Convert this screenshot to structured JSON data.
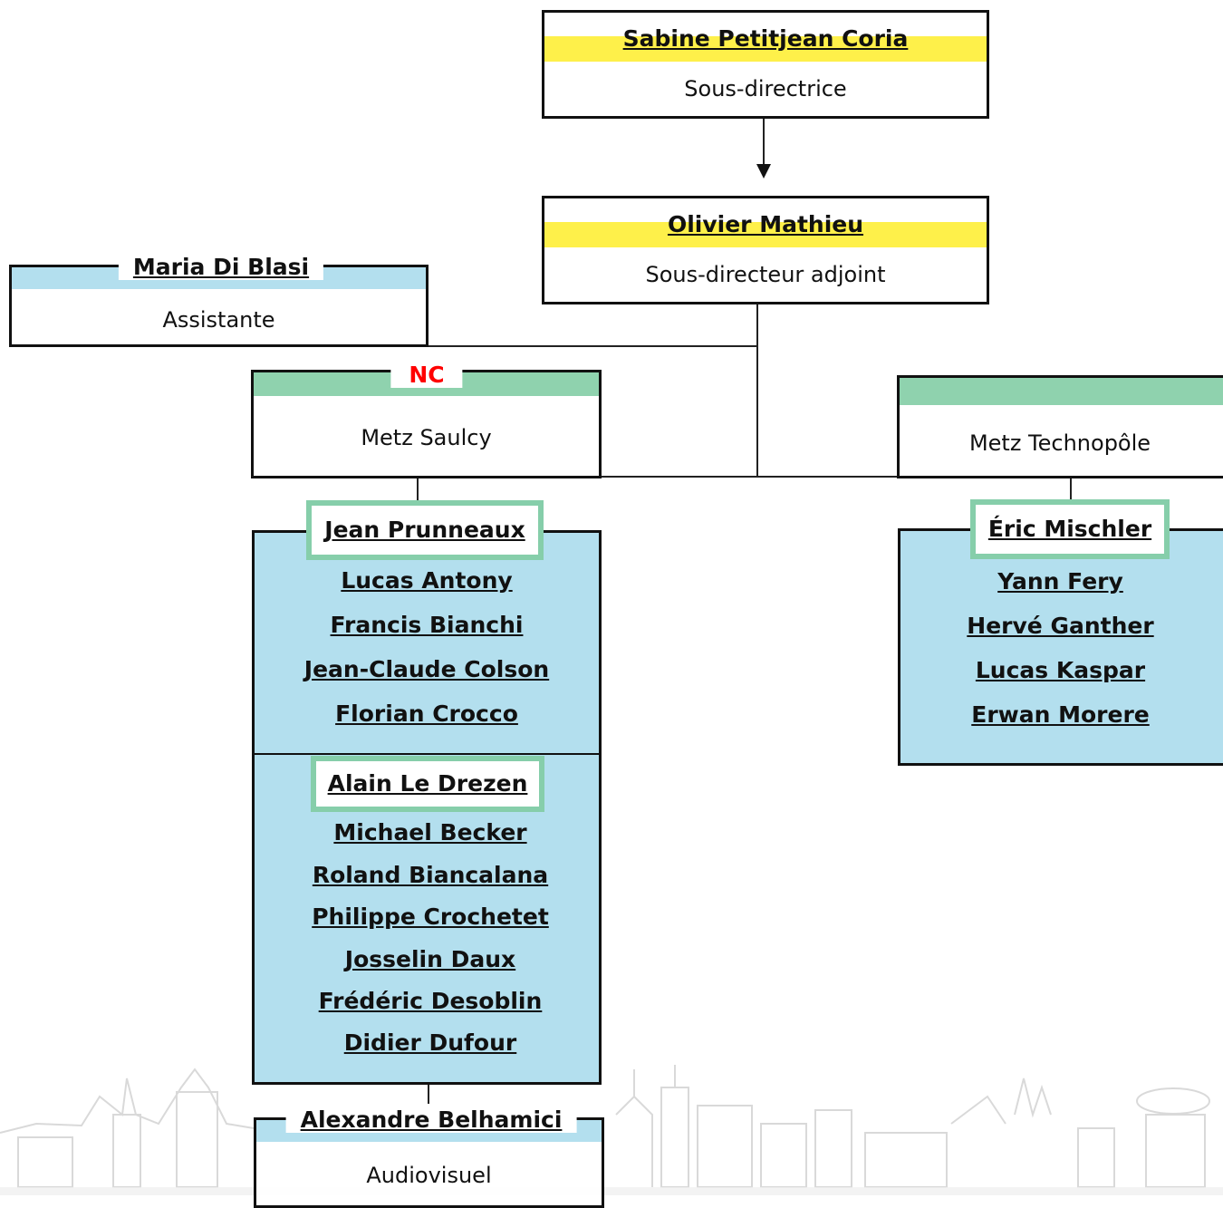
{
  "director": {
    "name": "Sabine Petitjean Coria",
    "role": "Sous-directrice"
  },
  "deputy": {
    "name": "Olivier Mathieu",
    "role": "Sous-directeur adjoint"
  },
  "assistant": {
    "name": "Maria Di Blasi",
    "role": "Assistante"
  },
  "site_saulcy": {
    "head": "NC",
    "label": "Metz Saulcy"
  },
  "site_technopole": {
    "label": "Metz Technopôle"
  },
  "saulcy_team_1": {
    "lead": "Jean Prunneaux",
    "members": [
      "Lucas Antony",
      "Francis Bianchi",
      "Jean-Claude Colson",
      "Florian Crocco"
    ]
  },
  "saulcy_team_2": {
    "lead": "Alain Le Drezen",
    "members": [
      "Michael Becker",
      "Roland Biancalana",
      "Philippe Crochetet",
      "Josselin Daux",
      "Frédéric Desoblin",
      "Didier Dufour"
    ]
  },
  "technopole_team": {
    "lead": "Éric Mischler",
    "members": [
      "Yann Fery",
      "Hervé Ganther",
      "Lucas Kaspar",
      "Erwan Morere"
    ]
  },
  "audiovisuel": {
    "name": "Alexandre Belhamici",
    "role": "Audiovisuel"
  },
  "colors": {
    "director_band": "#fef04a",
    "assistant_band": "#b3dfee",
    "site_band": "#8fd2ae",
    "lead_border": "#86ceaa",
    "team_fill": "#b3dfee",
    "nc_text": "#ff0000"
  }
}
